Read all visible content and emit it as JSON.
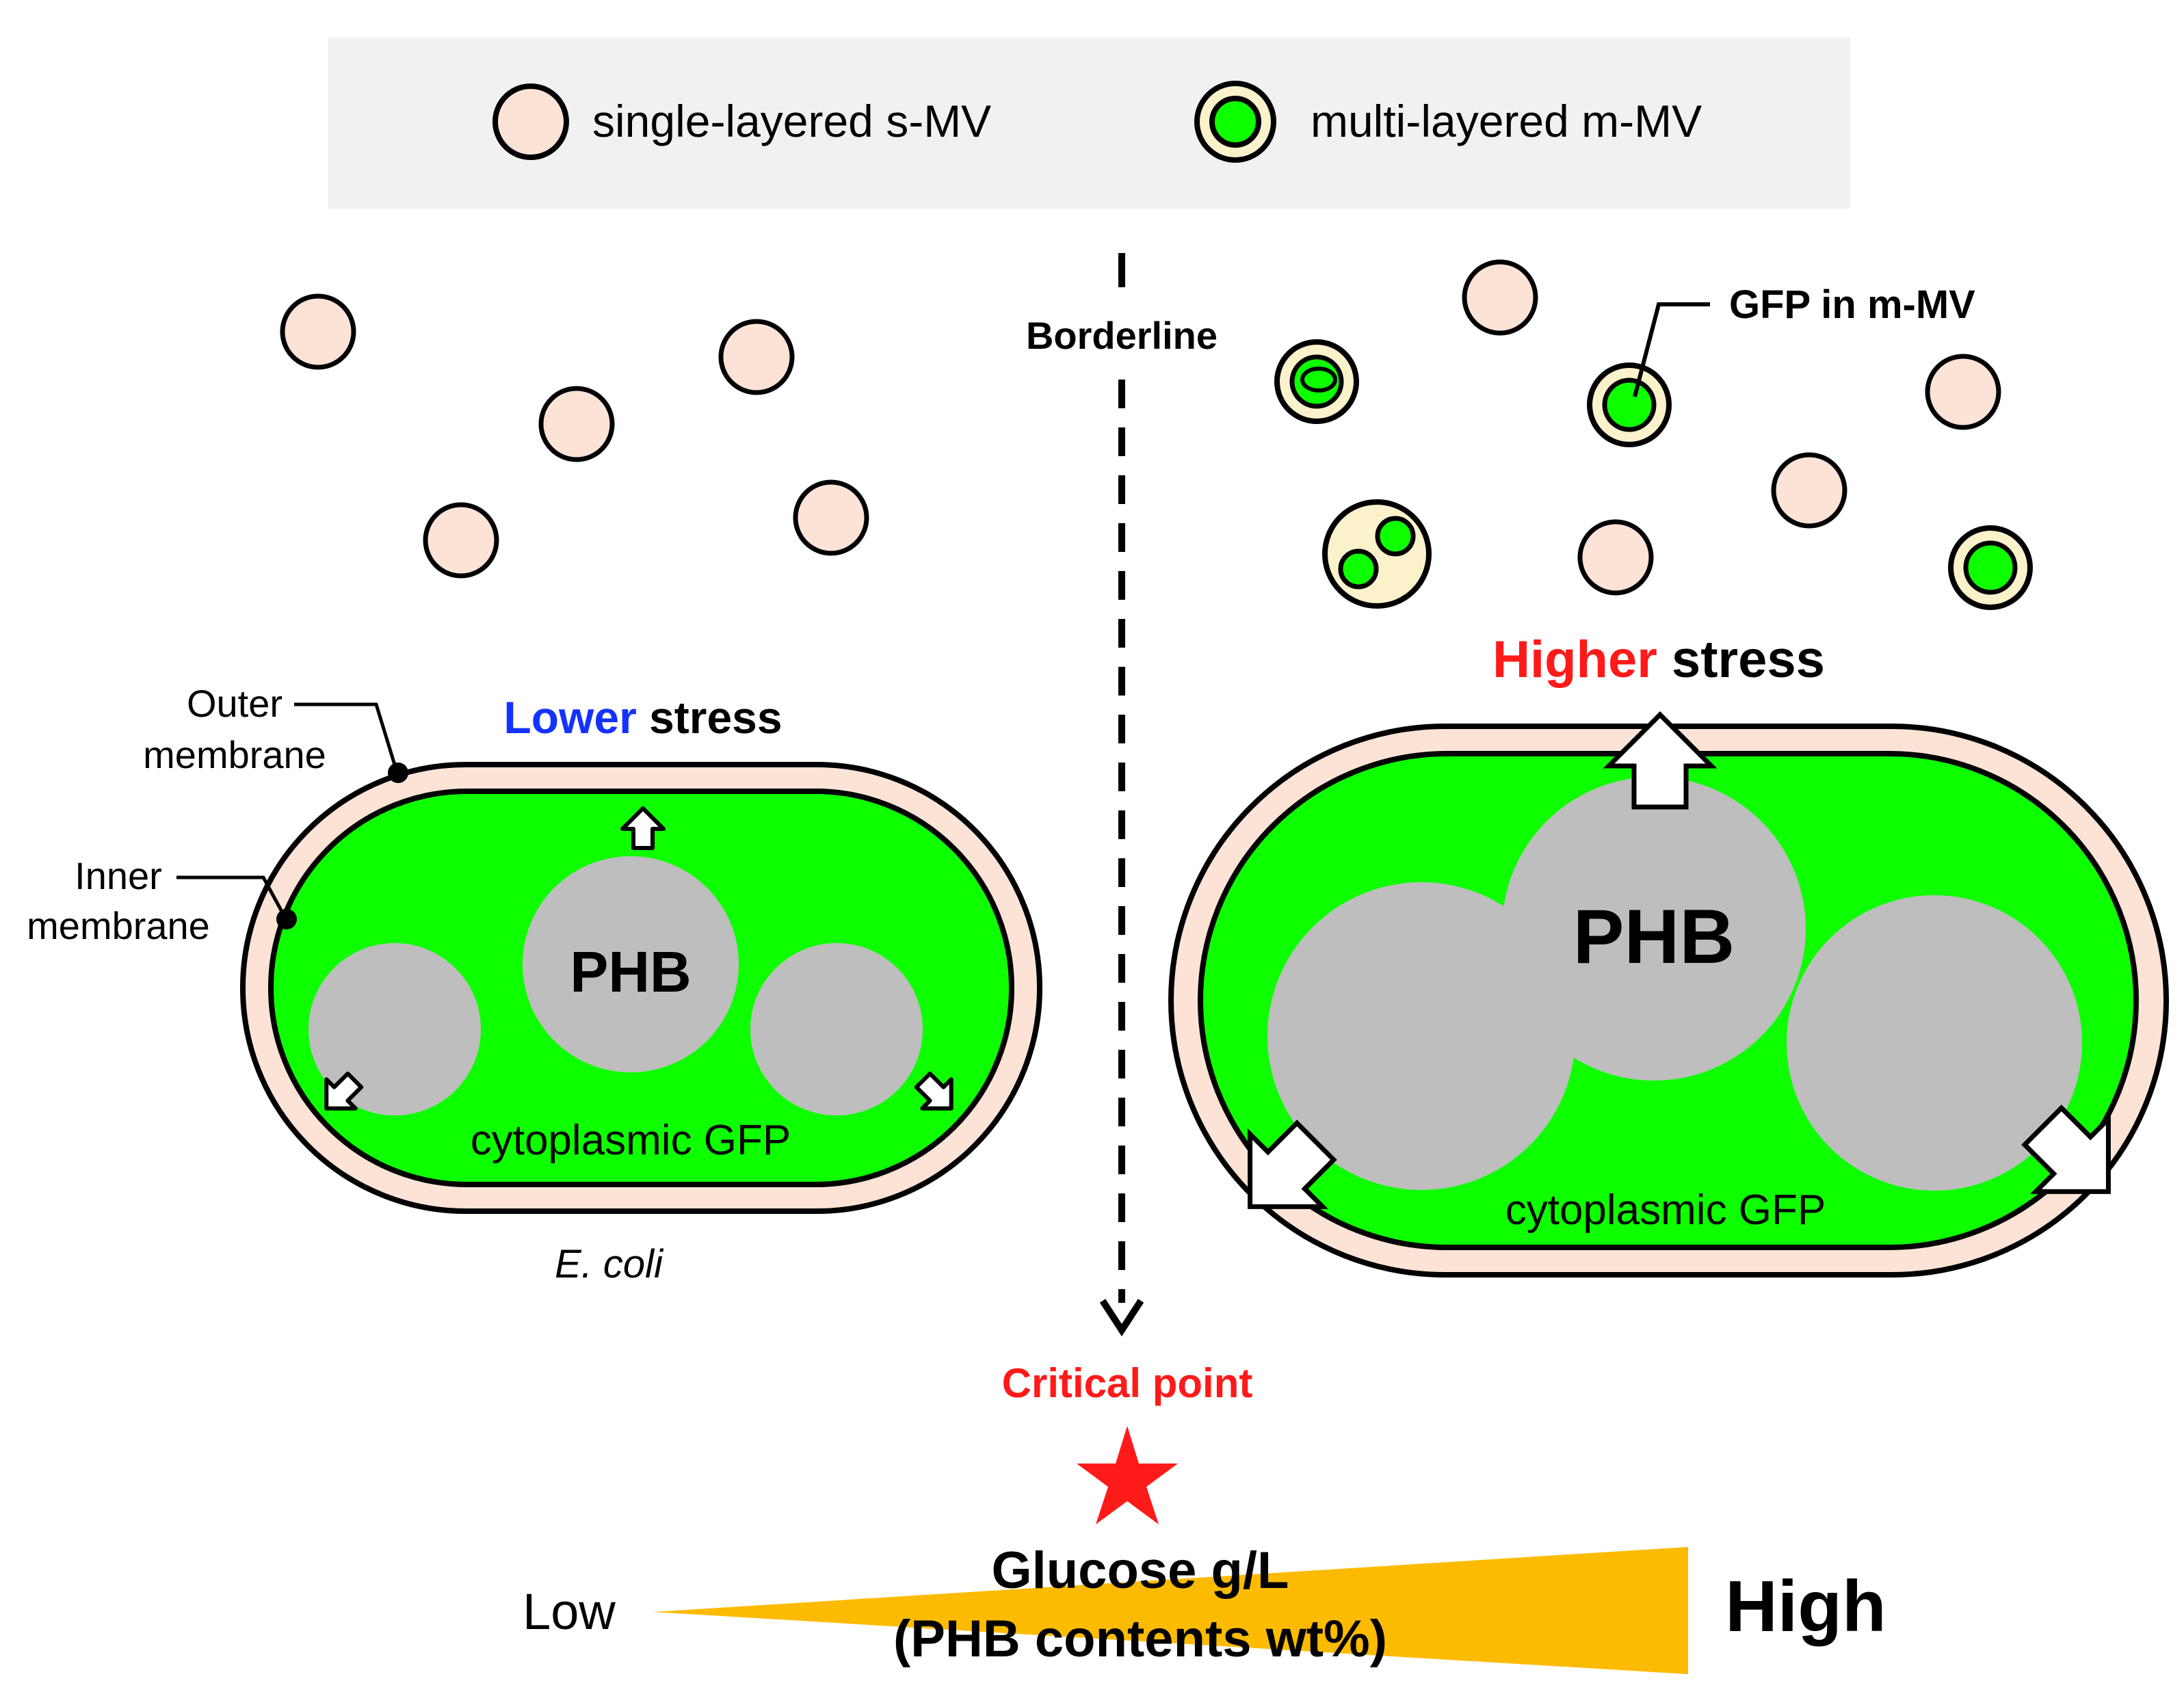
{
  "legend": {
    "single_label": "single-layered s-MV",
    "multi_label": "multi-layered m-MV"
  },
  "borderline_label": "Borderline",
  "left_cell": {
    "stress_word": "Lower",
    "stress_suffix": " stress",
    "phb_label": "PHB",
    "gfp_label": "cytoplasmic GFP",
    "organism_label": "E. coli",
    "outer_membrane_line1": "Outer",
    "outer_membrane_line2": "membrane",
    "inner_membrane_line1": "Inner",
    "inner_membrane_line2": "membrane"
  },
  "right_cell": {
    "stress_word": "Higher",
    "stress_suffix": " stress",
    "phb_label": "PHB",
    "gfp_label": "cytoplasmic GFP",
    "gfp_mmv_label": "GFP in m-MV"
  },
  "critical_point_label": "Critical point",
  "gradient": {
    "low_label": "Low",
    "high_label": "High",
    "title_line1": "Glucose g/L",
    "title_line2": "(PHB contents wt%)"
  },
  "colors": {
    "cytoplasm_green": "#0DFF00",
    "membrane_peach": "#FCE3D6",
    "vesicle_peach": "#FCE3D6",
    "mmv_layer_cream": "#FBF2CC",
    "phb_gray": "#BEBEBE",
    "legend_bg": "#F1F1F1",
    "lower_blue": "#1432FF",
    "higher_red": "#FF1A1A",
    "critical_red": "#FF1A1A",
    "gradient_amber": "#FDBB00"
  }
}
